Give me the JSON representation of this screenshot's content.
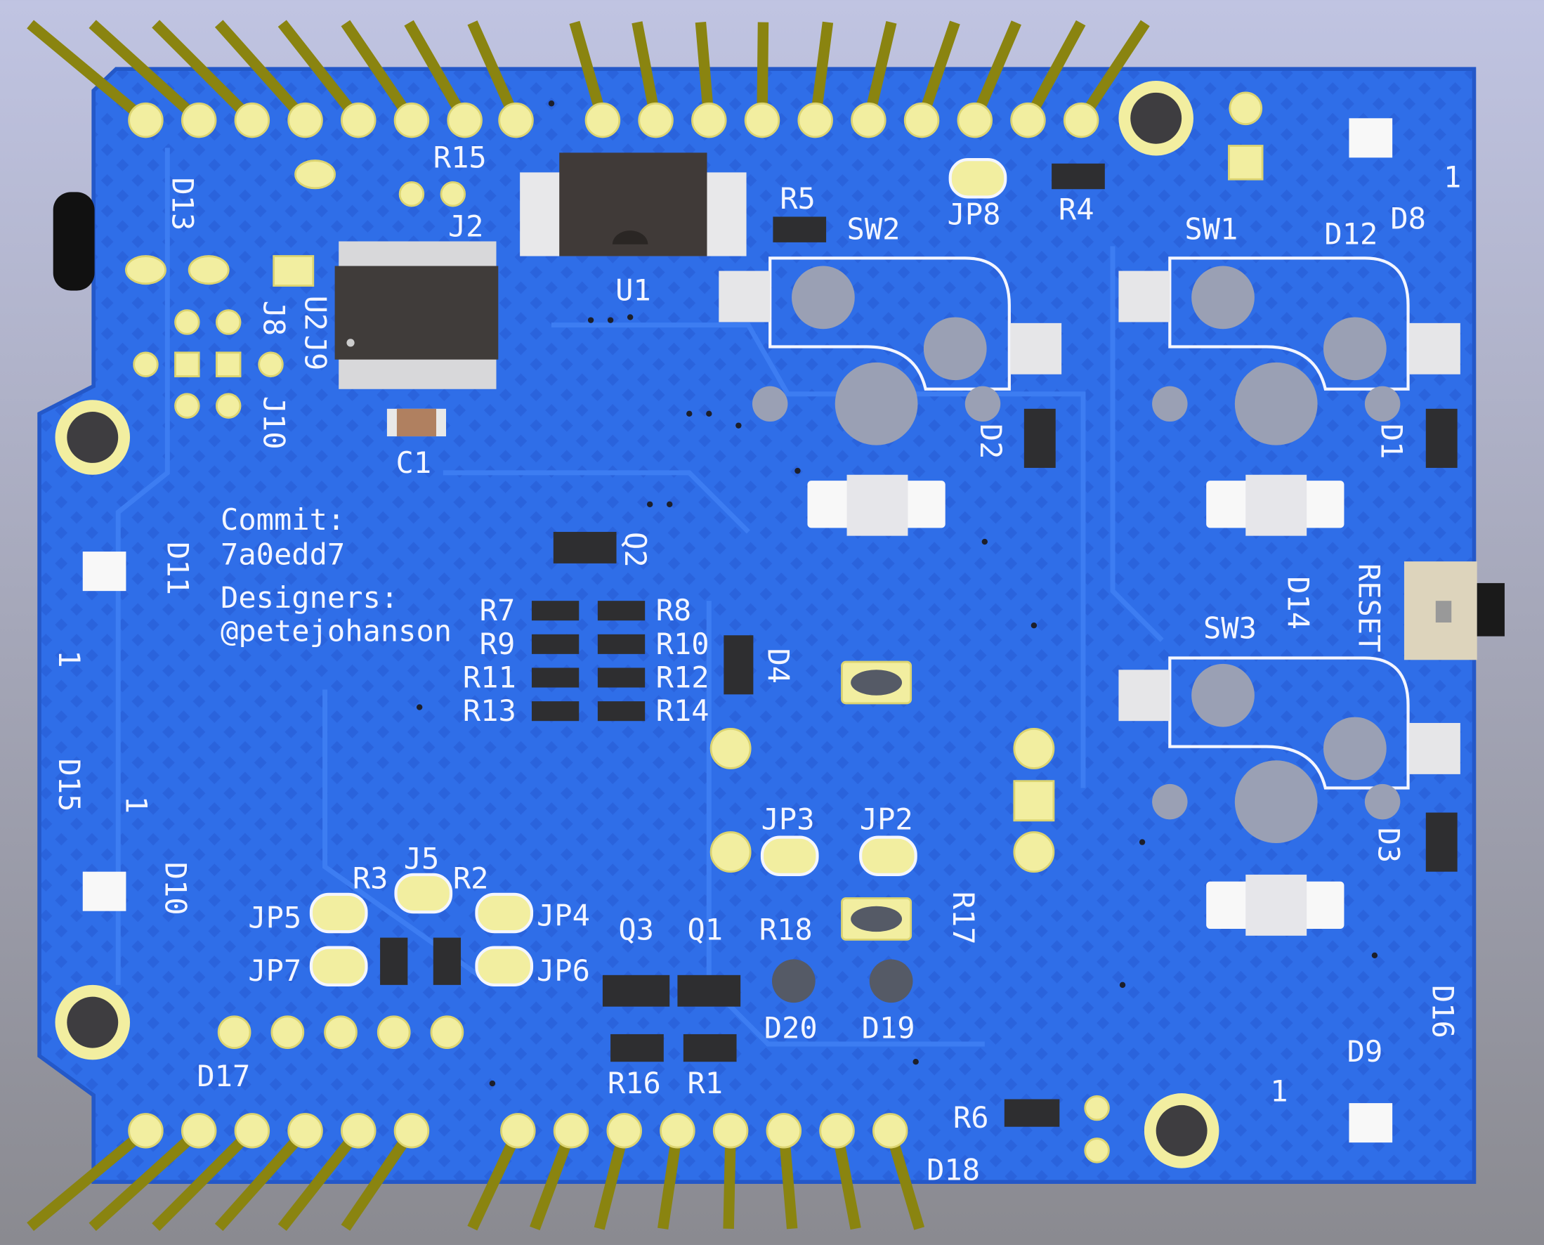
{
  "board": {
    "colors": {
      "soldermask": "#2f6ee8",
      "silkscreen": "#f4f6ff",
      "pad": "#f2eea0",
      "pin": "#9a9418",
      "background": "#a4a6c0"
    },
    "text": {
      "commit_label": "Commit:",
      "commit_hash": "7a0edd7",
      "designers_label": "Designers:",
      "designer": "@petejohanson"
    },
    "refs": {
      "R15": "R15",
      "J2": "J2",
      "U1": "U1",
      "R5": "R5",
      "SW2": "SW2",
      "JP8": "JP8",
      "R4": "R4",
      "SW1": "SW1",
      "D12": "D12",
      "D8": "D8",
      "pin1_d8": "1",
      "C1": "C1",
      "R7": "R7",
      "R8": "R8",
      "R9": "R9",
      "R10": "R10",
      "R11": "R11",
      "R12": "R12",
      "R13": "R13",
      "R14": "R14",
      "SW3": "SW3",
      "JP3": "JP3",
      "JP2": "JP2",
      "J5": "J5",
      "R3": "R3",
      "R2": "R2",
      "JP5": "JP5",
      "JP4": "JP4",
      "JP7": "JP7",
      "JP6": "JP6",
      "Q3": "Q3",
      "Q1": "Q1",
      "R18": "R18",
      "D20": "D20",
      "D19": "D19",
      "D17": "D17",
      "R16": "R16",
      "R1": "R1",
      "R6": "R6",
      "D18": "D18",
      "D9": "D9",
      "pin1_d9": "1",
      "D13": "D13",
      "J8": "J8",
      "U2": "U2",
      "J9": "J9",
      "J10": "J10",
      "D2": "D2",
      "D1": "D1",
      "Q2": "Q2",
      "D11": "D11",
      "D4": "D4",
      "D14": "D14",
      "RESET": "RESET",
      "D15": "D15",
      "D10": "D10",
      "D3": "D3",
      "R17": "R17",
      "D16": "D16",
      "pin1_d11": "1",
      "pin1_d10": "1"
    }
  }
}
